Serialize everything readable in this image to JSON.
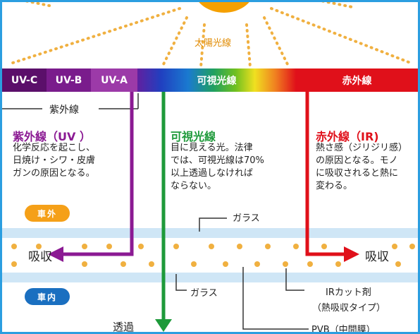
{
  "sun_label": "太陽光線",
  "spectrum": {
    "uvc": "UV-C",
    "uvb": "UV-B",
    "uva": "UV-A",
    "visible": "可視光線",
    "infrared": "赤外線"
  },
  "uv_bracket_label": "紫外線",
  "panels": {
    "uv": {
      "title": "紫外線（UV ）",
      "lines": [
        "化学反応を起こし、",
        "日焼け・シワ・皮膚",
        "ガンの原因となる。"
      ]
    },
    "visible": {
      "title": "可視光線",
      "lines": [
        "目に見える光。法律",
        "では、可視光線は70%",
        "以上透過しなければ",
        "ならない。"
      ]
    },
    "ir": {
      "title": "赤外線（IR)",
      "lines": [
        "熱さ感（ジリジリ感）",
        "の原因となる。モノ",
        "に吸収されると熱に",
        "変わる。"
      ]
    }
  },
  "badges": {
    "outside": "車外",
    "inside": "車内"
  },
  "labels": {
    "glass_top": "ガラス",
    "glass_bottom": "ガラス",
    "absorb_left": "吸収",
    "absorb_right": "吸収",
    "transmit": "透過",
    "ir_cut_1": "IRカット剤",
    "ir_cut_2": "（熱吸収タイプ）",
    "pvb": "PVB（中間膜）"
  },
  "colors": {
    "frame": "#2b9ee0",
    "uv_purple": "#8b1a93",
    "visible_green": "#1e9a3a",
    "ir_red": "#e0101a",
    "sun_orange": "#f5a000",
    "dot_orange": "#f0b040",
    "glass_blue": "#cfe6f6",
    "outside_badge": "#f5a018",
    "inside_badge": "#1a6fc0"
  }
}
